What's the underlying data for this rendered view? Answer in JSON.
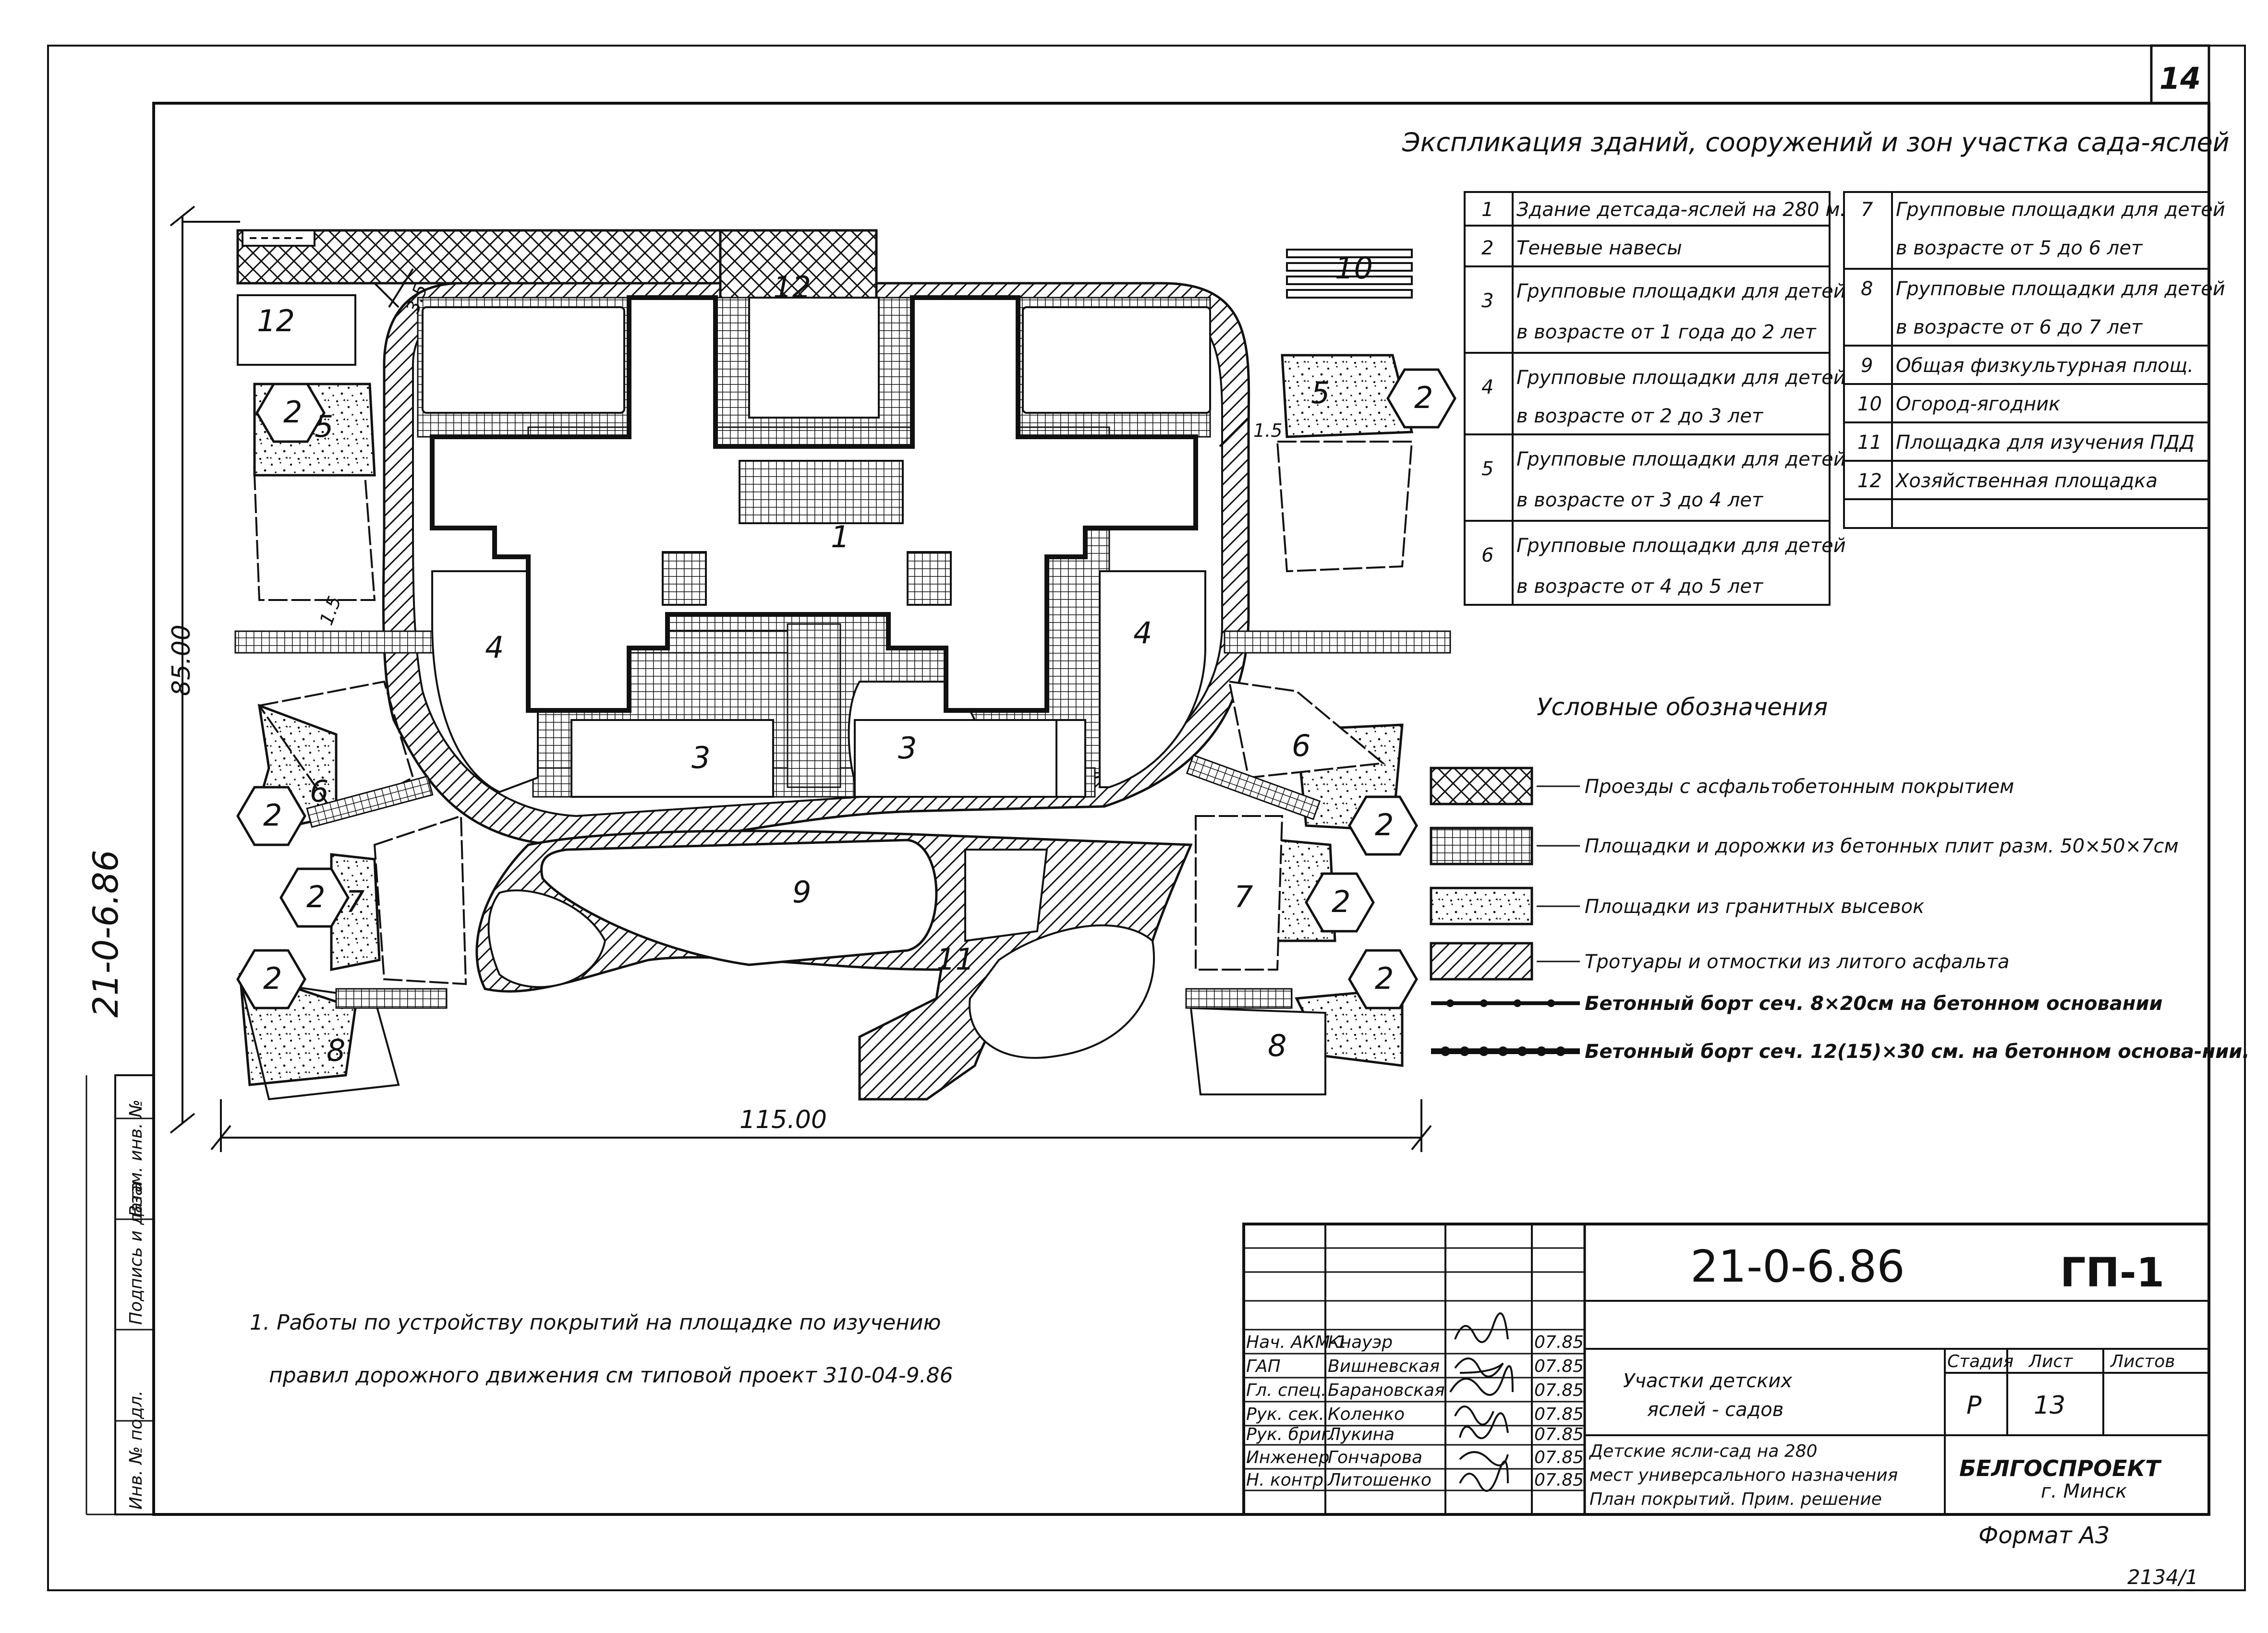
{
  "sheet": {
    "sheet_number": "14",
    "side_code": "21-0-6.86",
    "format": "Формат А3",
    "archive_no": "2134/1"
  },
  "explication": {
    "title": "Экспликация зданий, сооружений и зон участка сада-яслей",
    "items": [
      {
        "no": "1",
        "lines": [
          "Здание детсада-яслей на 280 м.",
          ""
        ]
      },
      {
        "no": "2",
        "lines": [
          "Теневые навесы",
          ""
        ]
      },
      {
        "no": "3",
        "lines": [
          "Групповые площадки для детей",
          "в возрасте от 1 года до 2 лет"
        ]
      },
      {
        "no": "4",
        "lines": [
          "Групповые площадки для детей",
          "в возрасте от 2 до 3 лет"
        ]
      },
      {
        "no": "5",
        "lines": [
          "Групповые площадки для детей",
          "в возрасте от 3 до 4 лет"
        ]
      },
      {
        "no": "6",
        "lines": [
          "Групповые площадки для детей",
          "в возрасте от 4 до 5 лет"
        ]
      },
      {
        "no": "7",
        "lines": [
          "Групповые площадки для детей",
          "в возрасте от 5 до 6 лет"
        ]
      },
      {
        "no": "8",
        "lines": [
          "Групповые площадки для детей",
          "в возрасте от 6 до 7 лет"
        ]
      },
      {
        "no": "9",
        "lines": [
          "Общая физкультурная площ.",
          ""
        ]
      },
      {
        "no": "10",
        "lines": [
          "Огород-ягодник",
          ""
        ]
      },
      {
        "no": "11",
        "lines": [
          "Площадка для изучения ПДД",
          ""
        ]
      },
      {
        "no": "12",
        "lines": [
          "Хозяйственная площадка",
          ""
        ]
      }
    ]
  },
  "legend": {
    "title": "Условные обозначения",
    "items": [
      {
        "key": "asphalt-concrete",
        "label": "Проезды с асфальтобетонным покрытием"
      },
      {
        "key": "concrete-tiles",
        "label": "Площадки и дорожки из бетонных плит разм. 50×50×7см"
      },
      {
        "key": "granite-chips",
        "label": "Площадки из гранитных высевок"
      },
      {
        "key": "cast-asphalt",
        "label": "Тротуары и отмостки из литого асфальта"
      },
      {
        "key": "curb-small",
        "label": "Бетонный борт сеч. 8×20см на бетонном основании"
      },
      {
        "key": "curb-large",
        "label": "Бетонный борт сеч. 12(15)×30 см. на бетонном основа-нии."
      }
    ]
  },
  "plan": {
    "dim_width": "115.00",
    "dim_height": "85.00",
    "dim_35": "3.5",
    "dim_15a": "1.5",
    "dim_15b": "1.5",
    "zone_labels": {
      "z1": "1",
      "z2": "2",
      "z3": "3",
      "z4": "4",
      "z5": "5",
      "z6": "6",
      "z7": "7",
      "z8": "8",
      "z9": "9",
      "z10": "10",
      "z11": "11",
      "z12": "12"
    }
  },
  "note": {
    "line1": "1. Работы по устройству покрытий на площадке по изучению",
    "line2": "правил дорожного движения см типовой проект 310-04-9.86"
  },
  "stamp_side": {
    "c1": "Взам. инв. №",
    "c2": "Подпись и дата",
    "c3": "Инв. № подл."
  },
  "title_block": {
    "code": "21-0-6.86",
    "sheet_code": "ГП-1",
    "object": [
      "Участки детских",
      "яслей - садов"
    ],
    "description": [
      "Детские ясли-сад на 280",
      "мест универсального назначения",
      "План покрытий. Прим. решение"
    ],
    "hdr_stage": "Стадия",
    "hdr_sheet": "Лист",
    "hdr_sheets": "Листов",
    "stage": "Р",
    "sheet": "13",
    "sheets": "",
    "org": "БЕЛГОСПРОЕКТ",
    "city": "г. Минск",
    "people": [
      {
        "role": "Нач. АКМ-1",
        "name": "Кнауэр",
        "date": "07.85"
      },
      {
        "role": "ГАП",
        "name": "Вишневская",
        "date": "07.85"
      },
      {
        "role": "Гл. спец.",
        "name": "Барановская",
        "date": "07.85"
      },
      {
        "role": "Рук. сек.",
        "name": "Коленко",
        "date": "07.85"
      },
      {
        "role": "Рук. бриг.",
        "name": "Лукина",
        "date": "07.85"
      },
      {
        "role": "Инженер",
        "name": "Гончарова",
        "date": "07.85"
      },
      {
        "role": "Н. контр.",
        "name": "Литошенко",
        "date": "07.85"
      }
    ]
  }
}
